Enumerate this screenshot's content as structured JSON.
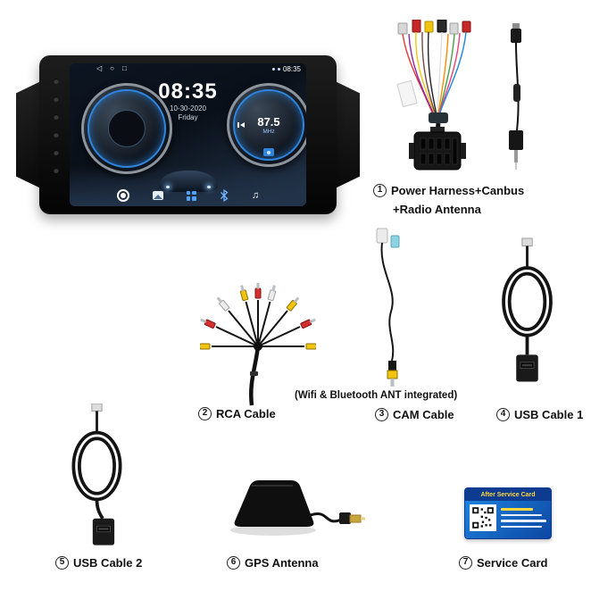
{
  "screen": {
    "nav_back": "◁",
    "nav_home": "○",
    "nav_recent": "□",
    "status_time": "08:35",
    "clock_time": "08:35",
    "clock_date": "10-30-2020",
    "clock_day": "Friday",
    "radio_freq": "87.5",
    "radio_unit": "MHz",
    "music_glyph": "♫"
  },
  "items": {
    "i1": {
      "num": "1",
      "line1": "Power Harness+Canbus",
      "line2": "+Radio Antenna"
    },
    "i2": {
      "num": "2",
      "label": "RCA Cable"
    },
    "i3": {
      "num": "3",
      "label": "CAM Cable",
      "note": "(Wifi & Bluetooth ANT integrated)"
    },
    "i4": {
      "num": "4",
      "label": "USB Cable 1"
    },
    "i5": {
      "num": "5",
      "label": "USB Cable 2"
    },
    "i6": {
      "num": "6",
      "label": "GPS Antenna"
    },
    "i7": {
      "num": "7",
      "label": "Service Card"
    }
  },
  "service_card": {
    "title": "After Service Card"
  },
  "colors": {
    "accent_blue": "#2e86de",
    "card_blue": "#0d47a1",
    "rca_yellow": "#f1c40f",
    "rca_red": "#d32f2f",
    "rca_white": "#ececec"
  }
}
